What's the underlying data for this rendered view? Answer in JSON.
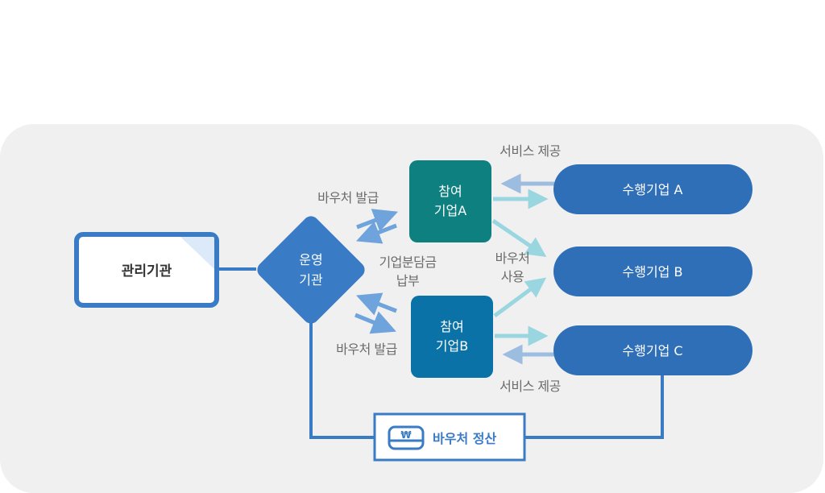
{
  "diagram": {
    "nodes": {
      "management": {
        "label": "관리기관"
      },
      "operator": {
        "line1": "운영",
        "line2": "기관"
      },
      "participant_a": {
        "line1": "참여",
        "line2": "기업A"
      },
      "participant_b": {
        "line1": "참여",
        "line2": "기업B"
      },
      "provider_a": {
        "label": "수행기업 A"
      },
      "provider_b": {
        "label": "수행기업 B"
      },
      "provider_c": {
        "label": "수행기업 C"
      },
      "settlement": {
        "label": "바우처 정산",
        "icon": "won-card-icon",
        "icon_glyph": "₩"
      }
    },
    "edge_labels": {
      "voucher_issue_top": "바우처 발급",
      "voucher_issue_bottom": "바우처 발급",
      "copay_line1": "기업분담금",
      "copay_line2": "납부",
      "voucher_use_line1": "바우처",
      "voucher_use_line2": "사용",
      "service_top": "서비스 제공",
      "service_bottom": "서비스 제공"
    },
    "colors": {
      "primary_blue": "#3a7bc6",
      "participant_a": "#0f8080",
      "participant_b": "#0b72a8",
      "provider": "#2f6fb7",
      "arrow_light_blue": "#6fa3dc",
      "arrow_teal": "#9ad6e0",
      "arrow_return": "#9dbde0",
      "background_panel": "#f0f0f0"
    }
  }
}
